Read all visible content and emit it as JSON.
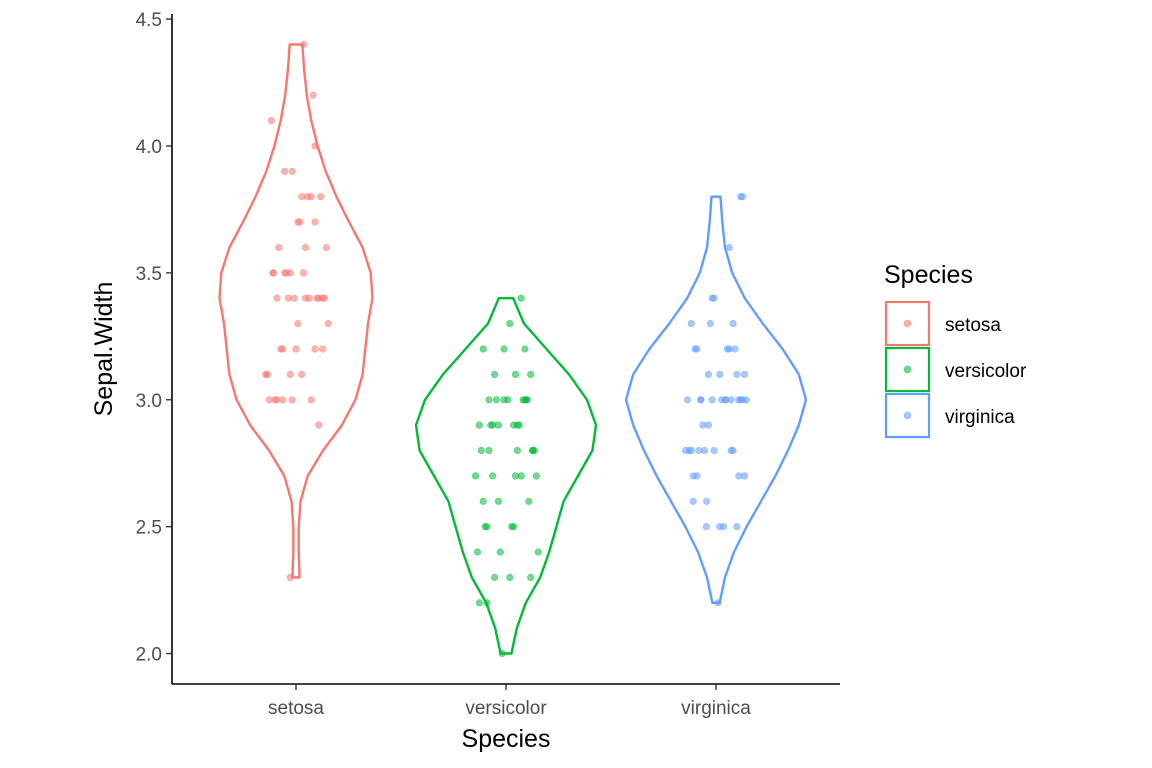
{
  "chart_data": {
    "type": "violin",
    "xlabel": "Species",
    "ylabel": "Sepal.Width",
    "ylim": [
      1.88,
      4.52
    ],
    "yticks": [
      2.0,
      2.5,
      3.0,
      3.5,
      4.0,
      4.5
    ],
    "ytick_labels": [
      "2.0",
      "2.5",
      "3.0",
      "3.5",
      "4.0",
      "4.5"
    ],
    "categories": [
      "setosa",
      "versicolor",
      "virginica"
    ],
    "grid": false,
    "legend": {
      "title": "Species",
      "placement": "right",
      "entries": [
        "setosa",
        "versicolor",
        "virginica"
      ]
    },
    "series": [
      {
        "name": "setosa",
        "color": "#F8766D",
        "range": [
          2.3,
          4.4
        ],
        "density": [
          [
            2.3,
            0.04
          ],
          [
            2.4,
            0.03
          ],
          [
            2.5,
            0.03
          ],
          [
            2.6,
            0.05
          ],
          [
            2.7,
            0.13
          ],
          [
            2.8,
            0.3
          ],
          [
            2.9,
            0.51
          ],
          [
            3.0,
            0.66
          ],
          [
            3.1,
            0.74
          ],
          [
            3.2,
            0.77
          ],
          [
            3.3,
            0.8
          ],
          [
            3.4,
            0.85
          ],
          [
            3.5,
            0.83
          ],
          [
            3.6,
            0.74
          ],
          [
            3.7,
            0.59
          ],
          [
            3.8,
            0.45
          ],
          [
            3.9,
            0.33
          ],
          [
            4.0,
            0.24
          ],
          [
            4.1,
            0.17
          ],
          [
            4.2,
            0.12
          ],
          [
            4.3,
            0.09
          ],
          [
            4.4,
            0.07
          ]
        ],
        "points": [
          [
            0.04,
            3.5
          ],
          [
            -0.14,
            3.0
          ],
          [
            0.1,
            3.2
          ],
          [
            -0.03,
            3.1
          ],
          [
            0.16,
            3.6
          ],
          [
            -0.06,
            3.9
          ],
          [
            0.05,
            3.4
          ],
          [
            -0.1,
            3.4
          ],
          [
            0.12,
            2.9
          ],
          [
            -0.15,
            3.1
          ],
          [
            0.02,
            3.7
          ],
          [
            0.14,
            3.4
          ],
          [
            -0.07,
            3.0
          ],
          [
            0.08,
            3.0
          ],
          [
            0.1,
            4.0
          ],
          [
            0.04,
            4.4
          ],
          [
            -0.02,
            3.9
          ],
          [
            -0.12,
            3.5
          ],
          [
            0.06,
            3.8
          ],
          [
            0.13,
            3.8
          ],
          [
            -0.04,
            3.4
          ],
          [
            0.01,
            3.7
          ],
          [
            -0.09,
            3.6
          ],
          [
            0.17,
            3.3
          ],
          [
            -0.01,
            3.4
          ],
          [
            -0.11,
            3.0
          ],
          [
            0.07,
            3.4
          ],
          [
            -0.05,
            3.5
          ],
          [
            0.15,
            3.4
          ],
          [
            -0.08,
            3.2
          ],
          [
            0.03,
            3.1
          ],
          [
            0.11,
            3.4
          ],
          [
            -0.13,
            4.1
          ],
          [
            0.09,
            4.2
          ],
          [
            -0.16,
            3.1
          ],
          [
            0.0,
            3.2
          ],
          [
            -0.03,
            3.5
          ],
          [
            0.05,
            3.6
          ],
          [
            -0.1,
            3.0
          ],
          [
            0.12,
            3.4
          ],
          [
            -0.06,
            3.5
          ],
          [
            -0.03,
            2.3
          ],
          [
            0.14,
            3.2
          ],
          [
            -0.12,
            3.5
          ],
          [
            0.08,
            3.8
          ],
          [
            -0.02,
            3.0
          ],
          [
            0.03,
            3.8
          ],
          [
            -0.07,
            3.2
          ],
          [
            0.1,
            3.7
          ],
          [
            0.01,
            3.3
          ]
        ]
      },
      {
        "name": "versicolor",
        "color": "#00BA38",
        "range": [
          2.0,
          3.4
        ],
        "density": [
          [
            2.0,
            0.06
          ],
          [
            2.1,
            0.12
          ],
          [
            2.2,
            0.22
          ],
          [
            2.3,
            0.38
          ],
          [
            2.4,
            0.48
          ],
          [
            2.5,
            0.56
          ],
          [
            2.6,
            0.64
          ],
          [
            2.7,
            0.8
          ],
          [
            2.8,
            0.96
          ],
          [
            2.9,
            1.0
          ],
          [
            3.0,
            0.9
          ],
          [
            3.1,
            0.7
          ],
          [
            3.2,
            0.45
          ],
          [
            3.3,
            0.2
          ],
          [
            3.4,
            0.08
          ]
        ],
        "points": [
          [
            0.1,
            3.2
          ],
          [
            -0.12,
            3.2
          ],
          [
            0.05,
            3.1
          ],
          [
            -0.06,
            2.3
          ],
          [
            0.14,
            2.8
          ],
          [
            -0.09,
            2.8
          ],
          [
            0.02,
            3.3
          ],
          [
            -0.15,
            2.4
          ],
          [
            0.07,
            2.9
          ],
          [
            0.16,
            2.7
          ],
          [
            -0.02,
            2.0
          ],
          [
            0.11,
            3.0
          ],
          [
            -0.1,
            2.2
          ],
          [
            0.04,
            2.9
          ],
          [
            -0.07,
            2.9
          ],
          [
            0.13,
            3.1
          ],
          [
            -0.05,
            3.0
          ],
          [
            0.08,
            2.7
          ],
          [
            -0.14,
            2.2
          ],
          [
            0.03,
            2.5
          ],
          [
            -0.01,
            3.2
          ],
          [
            0.15,
            2.8
          ],
          [
            -0.11,
            2.5
          ],
          [
            0.06,
            2.8
          ],
          [
            -0.04,
            2.9
          ],
          [
            0.09,
            3.0
          ],
          [
            -0.13,
            2.8
          ],
          [
            0.01,
            3.0
          ],
          [
            -0.08,
            2.9
          ],
          [
            0.12,
            2.6
          ],
          [
            -0.03,
            2.4
          ],
          [
            0.17,
            2.4
          ],
          [
            -0.16,
            2.7
          ],
          [
            0.05,
            2.7
          ],
          [
            -0.09,
            3.0
          ],
          [
            0.08,
            3.4
          ],
          [
            -0.06,
            3.1
          ],
          [
            0.13,
            2.3
          ],
          [
            -0.01,
            3.0
          ],
          [
            0.04,
            2.5
          ],
          [
            -0.12,
            2.6
          ],
          [
            0.1,
            3.0
          ],
          [
            -0.04,
            2.6
          ],
          [
            0.02,
            2.3
          ],
          [
            -0.07,
            2.7
          ],
          [
            0.11,
            3.0
          ],
          [
            -0.14,
            2.9
          ],
          [
            0.06,
            2.9
          ],
          [
            -0.1,
            2.5
          ],
          [
            0.14,
            2.8
          ]
        ]
      },
      {
        "name": "virginica",
        "color": "#619CFF",
        "range": [
          2.2,
          3.8
        ],
        "density": [
          [
            2.2,
            0.04
          ],
          [
            2.3,
            0.1
          ],
          [
            2.4,
            0.2
          ],
          [
            2.5,
            0.34
          ],
          [
            2.6,
            0.5
          ],
          [
            2.7,
            0.66
          ],
          [
            2.8,
            0.8
          ],
          [
            2.9,
            0.92
          ],
          [
            3.0,
            1.0
          ],
          [
            3.1,
            0.92
          ],
          [
            3.2,
            0.74
          ],
          [
            3.3,
            0.52
          ],
          [
            3.4,
            0.32
          ],
          [
            3.5,
            0.18
          ],
          [
            3.6,
            0.1
          ],
          [
            3.7,
            0.07
          ],
          [
            3.8,
            0.05
          ]
        ],
        "points": [
          [
            0.09,
            3.3
          ],
          [
            -0.12,
            2.7
          ],
          [
            0.05,
            3.0
          ],
          [
            -0.07,
            2.9
          ],
          [
            0.13,
            3.0
          ],
          [
            -0.15,
            3.0
          ],
          [
            0.02,
            2.5
          ],
          [
            -0.04,
            2.9
          ],
          [
            0.11,
            2.5
          ],
          [
            0.07,
            3.6
          ],
          [
            -0.1,
            3.2
          ],
          [
            0.15,
            2.7
          ],
          [
            -0.02,
            3.0
          ],
          [
            0.04,
            2.5
          ],
          [
            -0.13,
            2.8
          ],
          [
            0.1,
            3.2
          ],
          [
            -0.08,
            3.0
          ],
          [
            0.14,
            3.8
          ],
          [
            -0.05,
            2.6
          ],
          [
            0.01,
            2.2
          ],
          [
            -0.11,
            3.2
          ],
          [
            0.08,
            2.8
          ],
          [
            -0.14,
            2.8
          ],
          [
            0.12,
            2.7
          ],
          [
            -0.03,
            3.3
          ],
          [
            0.06,
            3.2
          ],
          [
            -0.09,
            2.8
          ],
          [
            0.16,
            3.0
          ],
          [
            -0.01,
            2.8
          ],
          [
            0.03,
            3.0
          ],
          [
            -0.16,
            2.8
          ],
          [
            0.13,
            3.8
          ],
          [
            -0.06,
            2.8
          ],
          [
            0.09,
            2.8
          ],
          [
            -0.12,
            2.6
          ],
          [
            0.05,
            3.0
          ],
          [
            -0.02,
            3.4
          ],
          [
            0.11,
            3.1
          ],
          [
            -0.08,
            3.0
          ],
          [
            0.15,
            3.1
          ],
          [
            -0.04,
            3.1
          ],
          [
            0.02,
            3.1
          ],
          [
            -0.1,
            2.7
          ],
          [
            0.07,
            3.2
          ],
          [
            -0.13,
            3.3
          ],
          [
            0.14,
            3.0
          ],
          [
            -0.05,
            2.5
          ],
          [
            0.08,
            3.0
          ],
          [
            -0.01,
            3.4
          ],
          [
            0.12,
            3.0
          ]
        ]
      }
    ]
  }
}
